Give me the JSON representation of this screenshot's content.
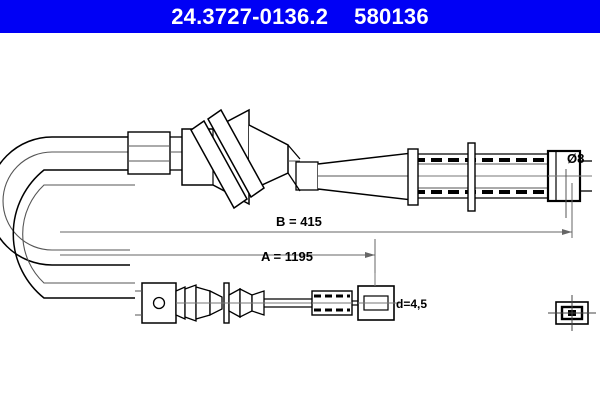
{
  "header": {
    "part_number": "24.3727-0136.2",
    "reference_number": "580136",
    "background_color": "#0000f5",
    "text_color": "#ffffff"
  },
  "drawing": {
    "title": "Brake cable technical drawing",
    "line_color": "#000000",
    "labels": {
      "length_b": "B = 415",
      "length_a": "A = 1195",
      "diameter_d": "d=4,5",
      "diameter_end": "Ø8"
    },
    "components": [
      {
        "name": "cable-u-bend",
        "description": "180 degree cable sheath bend at left"
      },
      {
        "name": "upper-cable-run",
        "description": "upper horizontal cable sheath"
      },
      {
        "name": "lower-cable-run",
        "description": "lower horizontal cable sheath"
      },
      {
        "name": "ferrule-collar",
        "description": "rectangular collar on upper run"
      },
      {
        "name": "rubber-boot",
        "description": "conical grommet with diagonal bracket clip"
      },
      {
        "name": "taper-sleeve",
        "description": "conical taper sleeve"
      },
      {
        "name": "threaded-rod",
        "description": "threaded rod with hatched thread marks"
      },
      {
        "name": "washer-disc",
        "description": "flat washer on threaded rod"
      },
      {
        "name": "end-nut",
        "description": "end nut fitting marked diameter 8"
      },
      {
        "name": "clevis-eye",
        "description": "clevis block with pin hole"
      },
      {
        "name": "spring-boot",
        "description": "conical spring boot segments"
      },
      {
        "name": "inner-wire",
        "description": "inner cable wire"
      },
      {
        "name": "barrel-nipple",
        "description": "rectangular barrel nipple end fitting"
      },
      {
        "name": "nipple-detail-symbol",
        "description": "small nipple detail symbol bottom right"
      }
    ]
  }
}
